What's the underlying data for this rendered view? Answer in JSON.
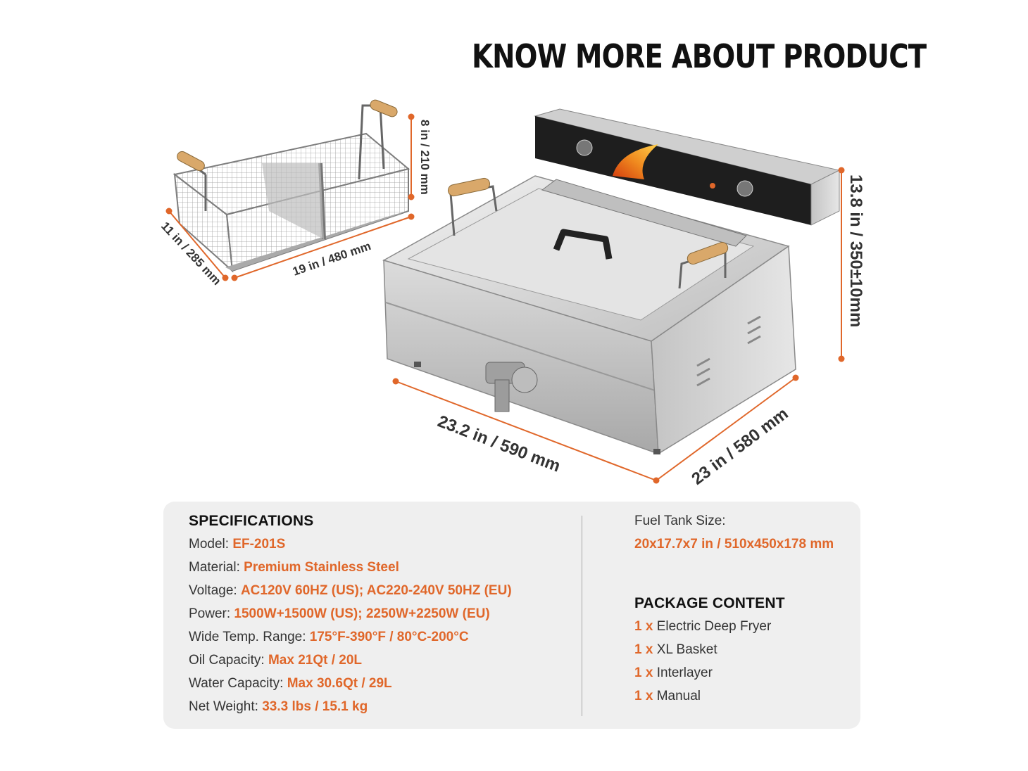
{
  "headline": "KNOW MORE ABOUT PRODUCT",
  "colors": {
    "accent": "#e0672a",
    "panel_bg": "#efefef",
    "steel": "#c9c9c9"
  },
  "dimensions": {
    "basket_height": "8 in / 210 mm",
    "basket_length": "19 in / 480 mm",
    "basket_width": "11 in / 285 mm",
    "fryer_height": "13.8 in / 350±10mm",
    "fryer_width": "23.2 in / 590 mm",
    "fryer_depth": "23 in / 580 mm"
  },
  "specifications": {
    "title": "SPECIFICATIONS",
    "rows": [
      {
        "label": "Model:",
        "value": "EF-201S"
      },
      {
        "label": "Material:",
        "value": "Premium Stainless Steel"
      },
      {
        "label": "Voltage:",
        "value": "AC120V 60HZ (US); AC220-240V 50HZ (EU)"
      },
      {
        "label": "Power:",
        "value": "1500W+1500W (US); 2250W+2250W (EU)"
      },
      {
        "label": "Wide Temp. Range:",
        "value": "175°F-390°F / 80°C-200°C"
      },
      {
        "label": "Oil Capacity:",
        "value": "Max 21Qt / 20L"
      },
      {
        "label": "Water Capacity:",
        "value": "Max 30.6Qt / 29L"
      },
      {
        "label": "Net Weight:",
        "value": "33.3 lbs / 15.1 kg"
      }
    ]
  },
  "fuel_tank": {
    "label": "Fuel Tank Size:",
    "value": "20x17.7x7 in / 510x450x178 mm"
  },
  "package": {
    "title": "PACKAGE CONTENT",
    "items": [
      {
        "qty": "1 x",
        "name": "Electric Deep Fryer"
      },
      {
        "qty": "1 x",
        "name": "XL Basket"
      },
      {
        "qty": "1 x",
        "name": "Interlayer"
      },
      {
        "qty": "1 x",
        "name": "Manual"
      }
    ]
  }
}
